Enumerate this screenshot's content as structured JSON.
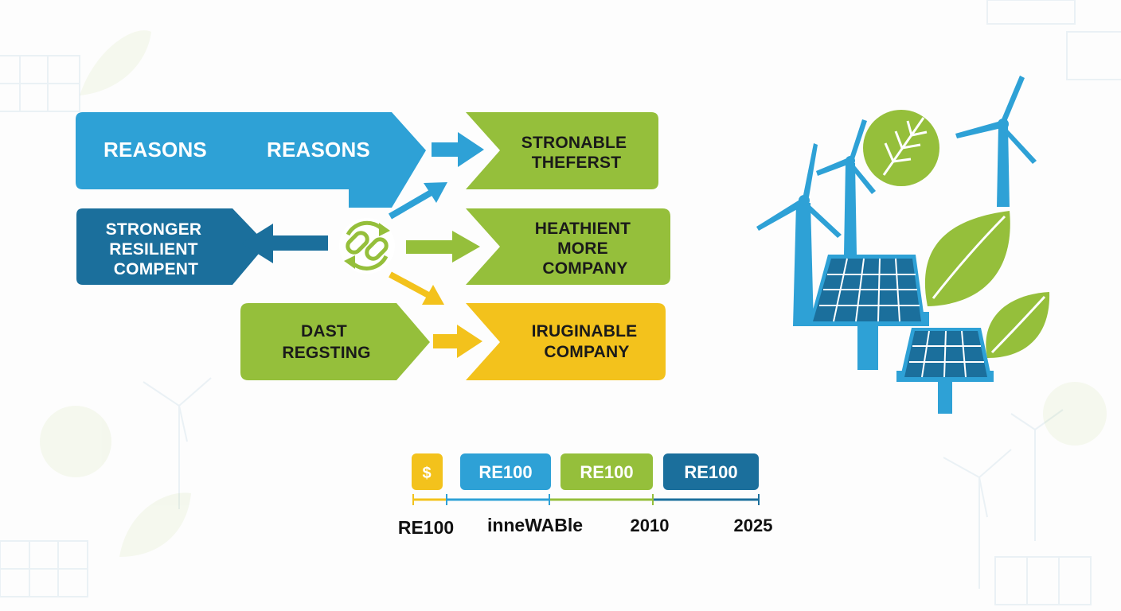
{
  "colors": {
    "light_blue": "#2ea1d6",
    "dark_blue": "#1b6f9c",
    "green": "#95bf3b",
    "yellow": "#f3c21c"
  },
  "boxes": {
    "reasons_left": "REASONS",
    "reasons_right": "REASONS",
    "stronger": [
      "STRONGER",
      "RESILIENT",
      "COMPENT"
    ],
    "dast": [
      "DAST",
      "REGSTING"
    ],
    "stronable": [
      "STRONABLE",
      "THEFERST"
    ],
    "heathient": [
      "HEATHIENT",
      "MORE",
      "COMPANY"
    ],
    "iruginable": [
      "IRUGINABLE",
      "COMPANY"
    ]
  },
  "hub_icon": "link-recycle-icon",
  "illustration": {
    "icons": [
      "wind-turbine-icon",
      "solar-panel-icon",
      "leaf-icon"
    ]
  },
  "timeline": {
    "pills": [
      {
        "text": "$",
        "color": "#f3c21c",
        "text_color": "#ffffff"
      },
      {
        "text": "RE100",
        "color": "#2ea1d6",
        "text_color": "#ffffff"
      },
      {
        "text": "RE100",
        "color": "#95bf3b",
        "text_color": "#ffffff"
      },
      {
        "text": "RE100",
        "color": "#1b6f9c",
        "text_color": "#ffffff"
      }
    ],
    "labels": [
      "RE100",
      "inneWABle",
      "2010",
      "2025"
    ]
  }
}
